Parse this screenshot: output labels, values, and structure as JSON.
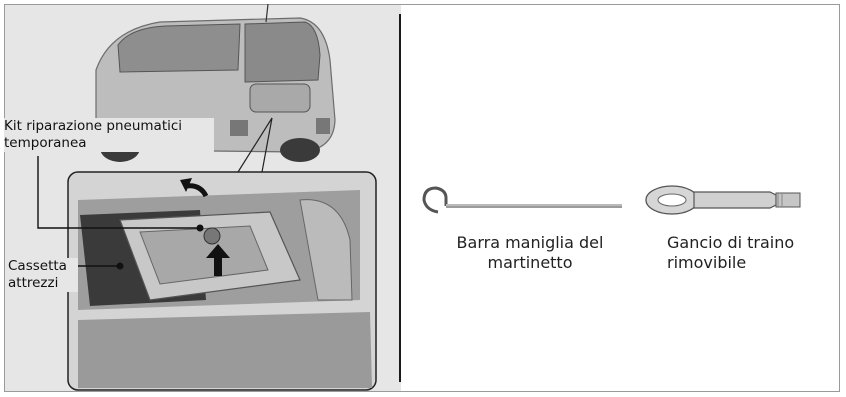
{
  "callouts": {
    "repair_kit": "Kit riparazione pneumatici temporanea",
    "tool_box": "Cassetta attrezzi"
  },
  "tools": {
    "jack_handle": "Barra maniglia del martinetto",
    "tow_hook": "Gancio di traino rimovibile"
  }
}
